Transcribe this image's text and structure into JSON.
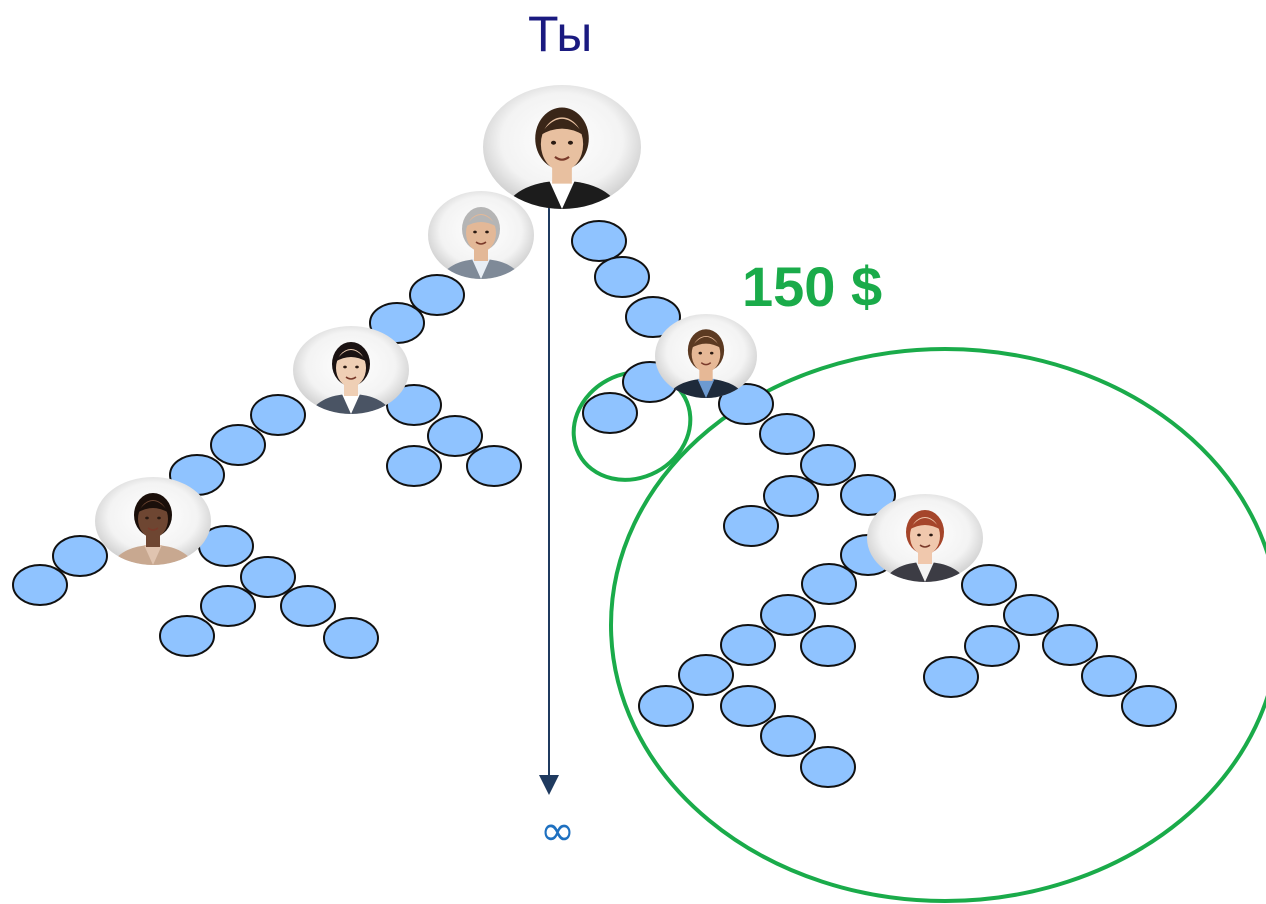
{
  "diagram": {
    "top_label": "Ты",
    "bottom_label": "∞",
    "earnings_label": "150 $",
    "colors": {
      "node_fill": "#8fc3ff",
      "node_stroke": "#111111",
      "label_blue": "#1a1a80",
      "infinity_blue": "#1e70c0",
      "highlight_green": "#1aab4a",
      "arrow": "#1f3a5f"
    },
    "people": [
      {
        "name": "you",
        "icon": "man-in-suit-photo"
      },
      {
        "name": "gray-haired-man",
        "icon": "pointing-businessman-photo"
      },
      {
        "name": "asian-woman",
        "icon": "businesswoman-photo"
      },
      {
        "name": "african-woman",
        "icon": "smiling-woman-photo"
      },
      {
        "name": "smiling-man",
        "icon": "businessman-photo"
      },
      {
        "name": "red-haired-woman",
        "icon": "businesswoman-photo"
      }
    ]
  }
}
